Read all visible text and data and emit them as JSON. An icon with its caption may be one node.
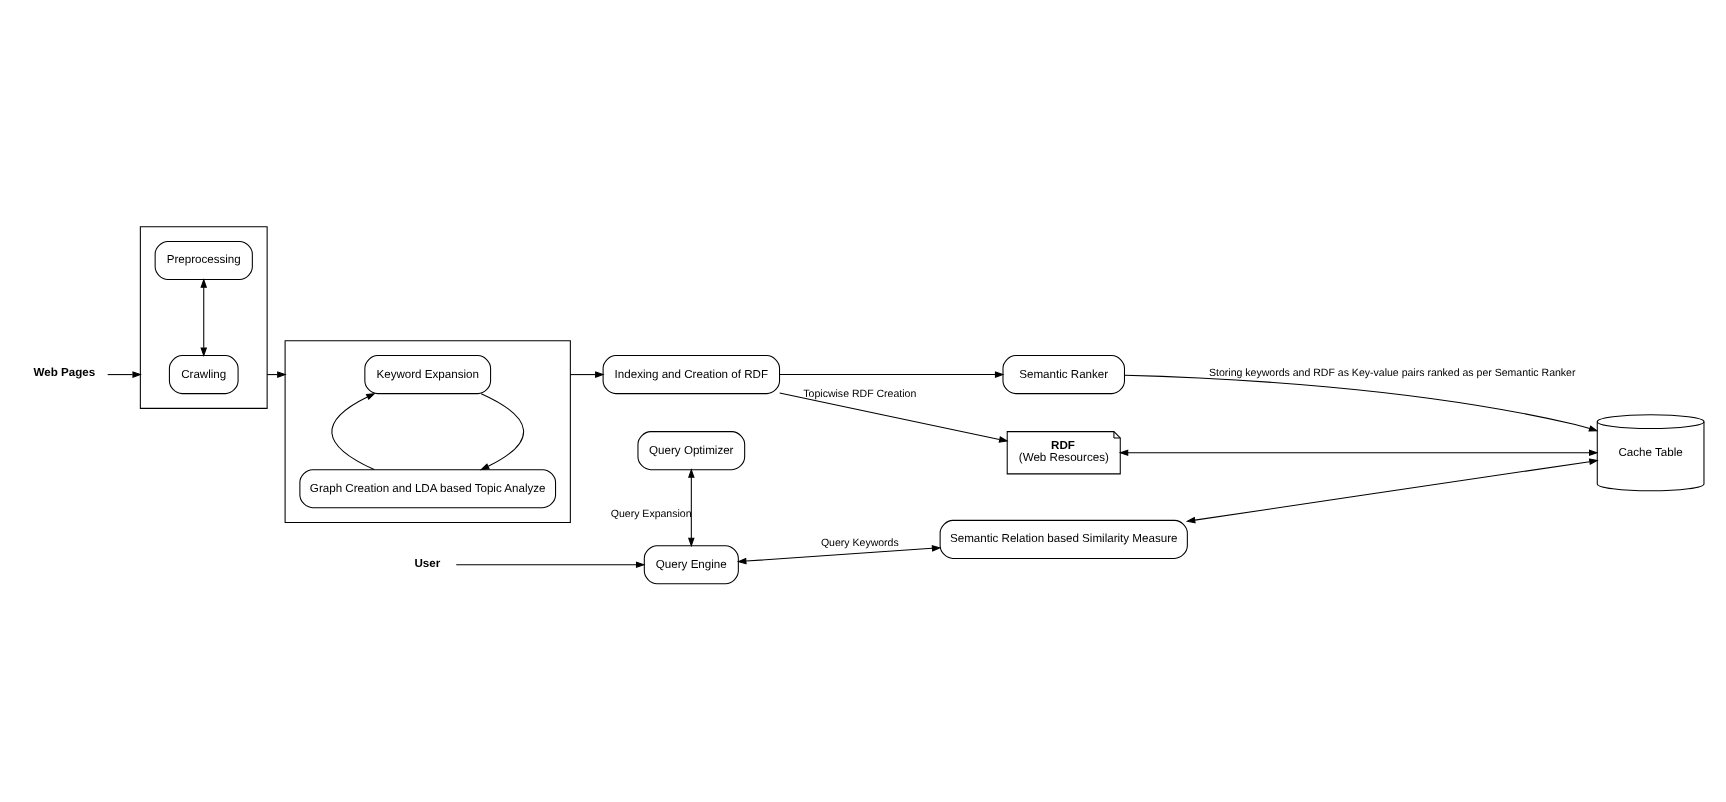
{
  "diagram": {
    "nodes": [
      {
        "text": [
          "Web Pages"
        ]
      },
      {
        "text": [],
        "shape": "box"
      },
      {
        "text": [
          "Crawling"
        ],
        "in": 1
      },
      {
        "text": [
          "Preprocessing"
        ],
        "in": 1
      },
      {
        "text": [],
        "shape": "box"
      },
      {
        "text": [
          "Keyword Expansion"
        ],
        "in": 4
      },
      {
        "text": [
          "Graph Creation and LDA based Topic Analyze"
        ],
        "in": 4
      },
      {
        "text": [
          "Indexing and Creation of RDF"
        ]
      },
      {
        "text": [
          "Semantic Ranker"
        ]
      },
      {
        "text": [
          "RDF",
          "(Web Resources)"
        ]
      },
      {
        "text": [
          "Query Optimizer"
        ]
      },
      {
        "text": [
          "User"
        ]
      },
      {
        "text": [
          "Query Engine"
        ]
      },
      {
        "text": [
          "Semantic Relation based Similarity Measure"
        ]
      },
      {
        "text": [
          "Cache Table"
        ]
      }
    ],
    "edges": [
      {
        "from": 0,
        "to": 1,
        "arrow": "to"
      },
      {
        "from": 2,
        "to": 3,
        "arrow": "both"
      },
      {
        "from": 1,
        "to": 4,
        "arrow": "to"
      },
      {
        "from": 5,
        "to": 6,
        "arrow": "to"
      },
      {
        "from": 6,
        "to": 5,
        "arrow": "to"
      },
      {
        "from": 4,
        "to": 7,
        "arrow": "to"
      },
      {
        "from": 7,
        "to": 8,
        "arrow": "to"
      },
      {
        "from": 7,
        "to": 9,
        "arrow": "to",
        "label": "Topicwise RDF Creation"
      },
      {
        "from": 9,
        "to": 14,
        "arrow": "both"
      },
      {
        "from": 8,
        "to": 14,
        "arrow": "to",
        "label": "Storing keywords and RDF as Key-value pairs ranked as per Semantic Ranker"
      },
      {
        "from": 13,
        "to": 14,
        "arrow": "both"
      },
      {
        "from": 10,
        "to": 12,
        "arrow": "both",
        "label": "Query Expansion"
      },
      {
        "from": 11,
        "to": 12,
        "arrow": "to"
      },
      {
        "from": 12,
        "to": 13,
        "arrow": "both",
        "label": "Query Keywords"
      }
    ]
  }
}
